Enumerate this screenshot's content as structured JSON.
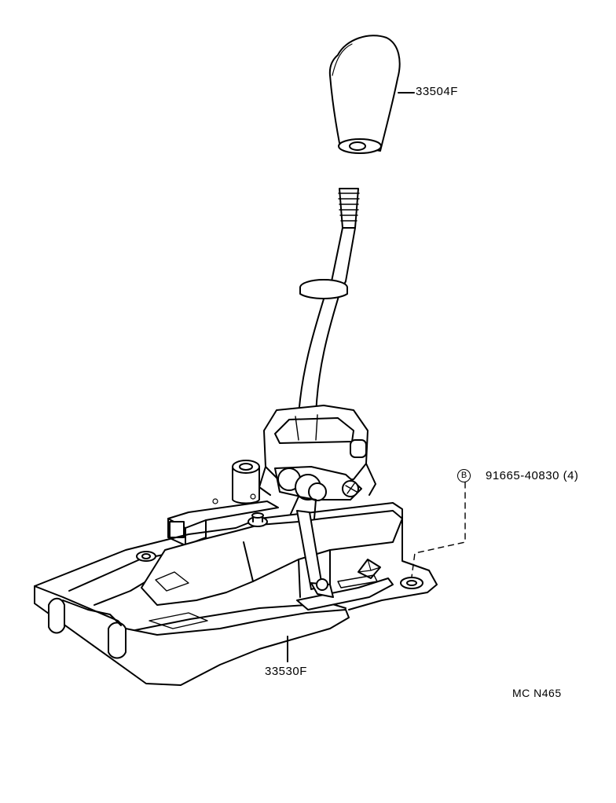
{
  "labels": {
    "knob_part": "33504F",
    "base_part": "33530F",
    "bolt_marker": "B",
    "bolt_part": "91665-40830 (4)",
    "diagram_ref": "MC N465"
  },
  "components": {
    "knob": "shift-knob",
    "lever": "shift-lever",
    "base": "shift-lever-base",
    "bolt": "mounting-bolt"
  }
}
